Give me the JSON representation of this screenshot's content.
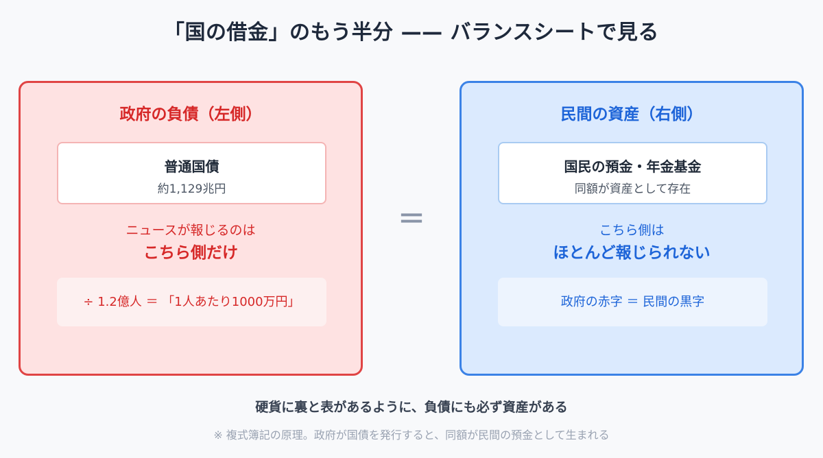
{
  "title": "「国の借金」のもう半分 —— バランスシートで見る",
  "left": {
    "heading": "政府の負債（左側）",
    "card_title": "普通国債",
    "card_sub": "約1,129兆円",
    "note_line1": "ニュースが報じるのは",
    "note_line2": "こちら側だけ",
    "footbox": "÷ 1.2億人 ＝ 「1人あたり1000万円」"
  },
  "equals_sign": "＝",
  "right": {
    "heading": "民間の資産（右側）",
    "card_title": "国民の預金・年金基金",
    "card_sub": "同額が資産として存在",
    "note_line1": "こちら側は",
    "note_line2": "ほとんど報じられない",
    "footbox": "政府の赤字 ＝ 民間の黒字"
  },
  "bottom": {
    "main": "硬貨に裏と表があるように、負債にも必ず資産がある",
    "note": "※ 複式簿記の原理。政府が国債を発行すると、同額が民間の預金として生まれる"
  },
  "colors": {
    "left_accent": "#d62828",
    "left_border": "#e04444",
    "left_bg": "#fee2e2",
    "right_accent": "#1d64d8",
    "right_border": "#3b82e6",
    "right_bg": "#dbeafe"
  }
}
